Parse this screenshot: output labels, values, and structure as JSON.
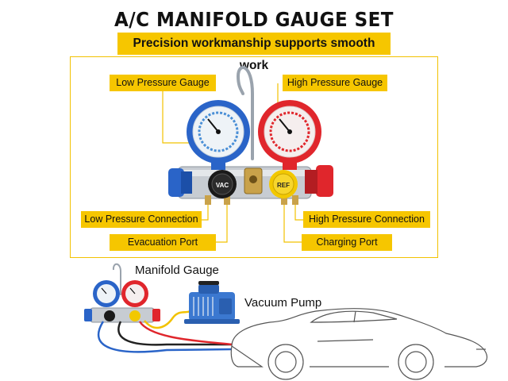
{
  "title": "A/C MANIFOLD GAUGE SET",
  "subtitle": "Precision workmanship supports smooth work",
  "labels": {
    "low_pressure_gauge": "Low Pressure Gauge",
    "high_pressure_gauge": "High Pressure Gauge",
    "low_pressure_connection": "Low Pressure Connection",
    "high_pressure_connection": "High Pressure Connection",
    "evacuation_port": "Evacuation Port",
    "charging_port": "Charging Port"
  },
  "knobs": {
    "left": "VAC",
    "right": "REF"
  },
  "diagram": {
    "manifold_gauge": "Manifold Gauge",
    "vacuum_pump": "Vacuum Pump"
  },
  "colors": {
    "accent_yellow": "#f6c600",
    "low_blue": "#2a64c8",
    "high_red": "#e0262c",
    "hose_yellow": "#f2c200"
  }
}
